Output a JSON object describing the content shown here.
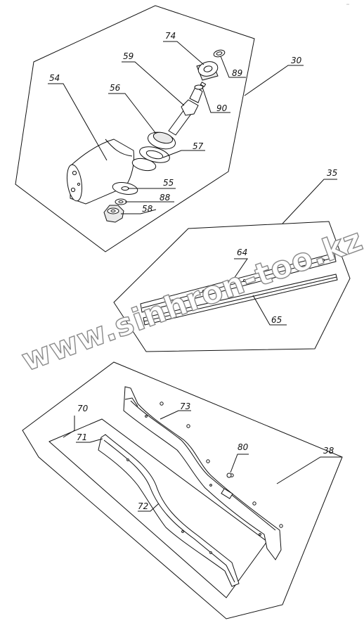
{
  "corner_mark": "°°",
  "watermark": "www.sinhron-too.kz",
  "groups": [
    {
      "id": "30",
      "label": "30"
    },
    {
      "id": "35",
      "label": "35"
    },
    {
      "id": "38",
      "label": "38"
    },
    {
      "id": "70",
      "label": "70"
    }
  ],
  "parts": [
    {
      "id": "54",
      "label": "54"
    },
    {
      "id": "55",
      "label": "55"
    },
    {
      "id": "56",
      "label": "56"
    },
    {
      "id": "57",
      "label": "57"
    },
    {
      "id": "58",
      "label": "58"
    },
    {
      "id": "59",
      "label": "59"
    },
    {
      "id": "74",
      "label": "74"
    },
    {
      "id": "88",
      "label": "88"
    },
    {
      "id": "89",
      "label": "89"
    },
    {
      "id": "90",
      "label": "90"
    },
    {
      "id": "64",
      "label": "64"
    },
    {
      "id": "65",
      "label": "65"
    },
    {
      "id": "71",
      "label": "71"
    },
    {
      "id": "72",
      "label": "72"
    },
    {
      "id": "73",
      "label": "73"
    },
    {
      "id": "80",
      "label": "80"
    }
  ]
}
